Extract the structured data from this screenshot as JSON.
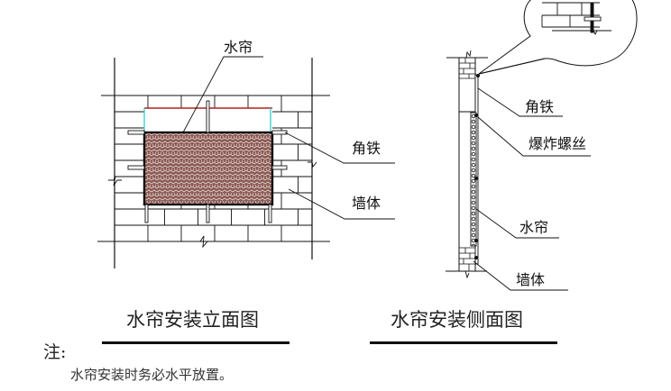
{
  "front_view": {
    "title": "水帘安装立面图",
    "labels": {
      "pad": "水帘",
      "angle_iron": "角铁",
      "wall": "墙体"
    }
  },
  "side_view": {
    "title": "水帘安装侧面图",
    "labels": {
      "angle_iron": "角铁",
      "expansion_bolt": "爆炸螺丝",
      "pad": "水帘",
      "wall": "墙体"
    }
  },
  "note": {
    "heading": "注:",
    "text": "水帘安装时务必水平放置。"
  },
  "colors": {
    "pad_fill": "#8a5a55",
    "pad_pattern": "#e8d6d0",
    "lintel_red": "#b02020",
    "frame_cyan": "#40d0d0",
    "line": "#111111"
  }
}
